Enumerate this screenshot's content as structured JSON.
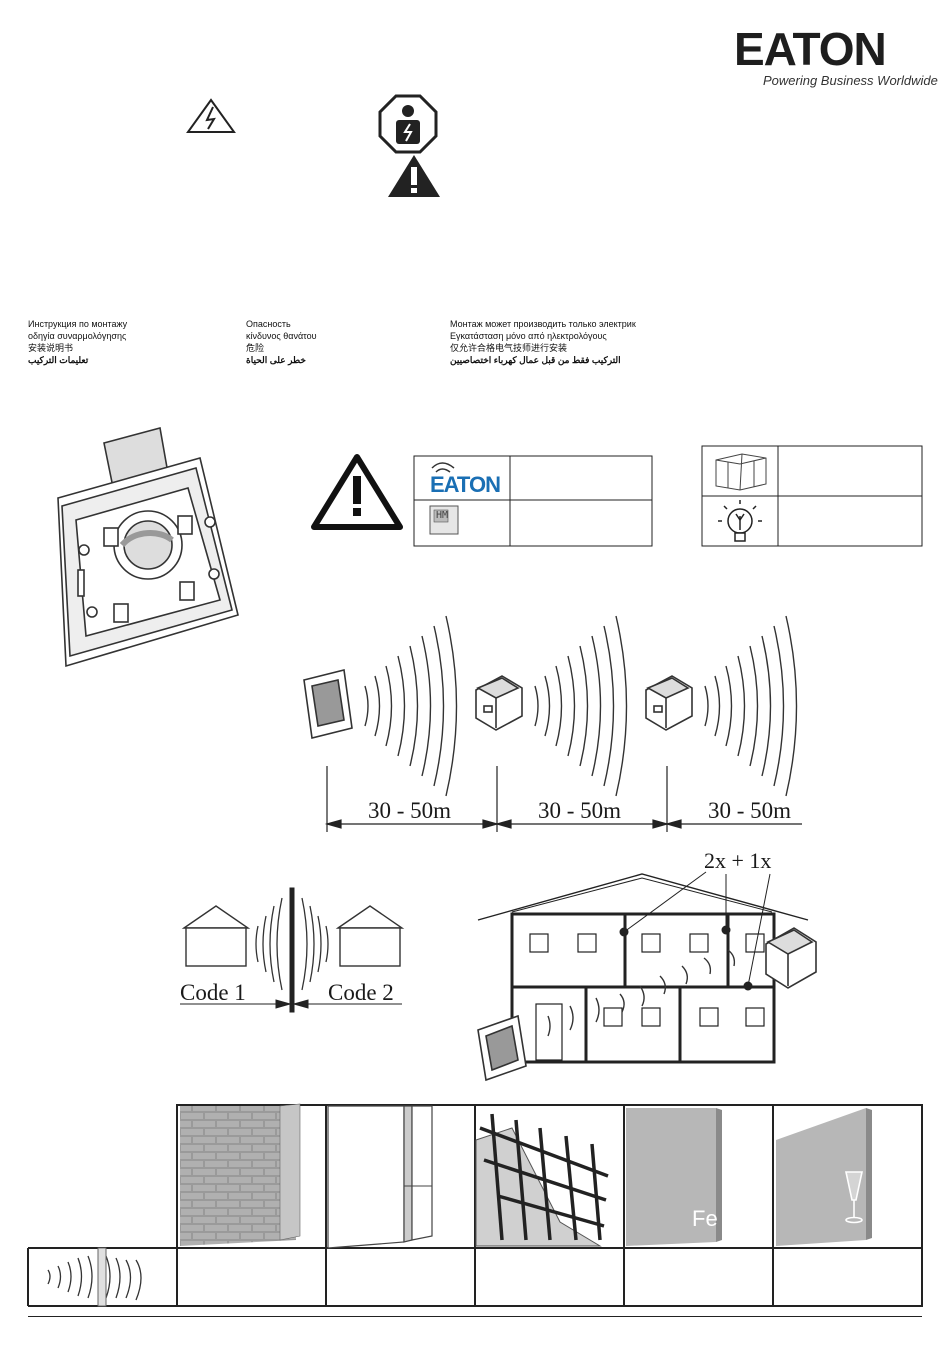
{
  "brand": {
    "logo": "EATON",
    "tagline": "Powering Business Worldwide"
  },
  "languages": {
    "instructions": [
      "Инструкция по монтажу",
      "οδηγία συναρμολόγησης",
      "安装说明书",
      "تعليمات التركيب"
    ],
    "danger": [
      "Опасность",
      "κίνδυνος θανάτου",
      "危险",
      "خطر على الحياة"
    ],
    "electrician": [
      "Монтаж может производить только электрик",
      "Εγκατάσταση μόνο από ηλεκτρολόγους",
      "仅允许合格电气技师进行安装",
      "التركيب فقط من قبل عمال كهرباء اختصاصيين"
    ]
  },
  "distances": [
    "30 - 50m",
    "30 - 50m",
    "30 - 50m"
  ],
  "codes": [
    "Code 1",
    "Code 2"
  ],
  "house_count": "2x + 1x",
  "materials": {
    "metal_label": "Fe"
  },
  "colors": {
    "accent_blue": "#1a6fb4",
    "line": "#222222",
    "gray_panel": "#b7b7b7"
  },
  "icons": {
    "voltage": "lightning-warning-icon",
    "electrician": "electrician-icon",
    "caution": "exclamation-warning-icon",
    "box": "package-icon",
    "bulb": "light-bulb-icon"
  }
}
